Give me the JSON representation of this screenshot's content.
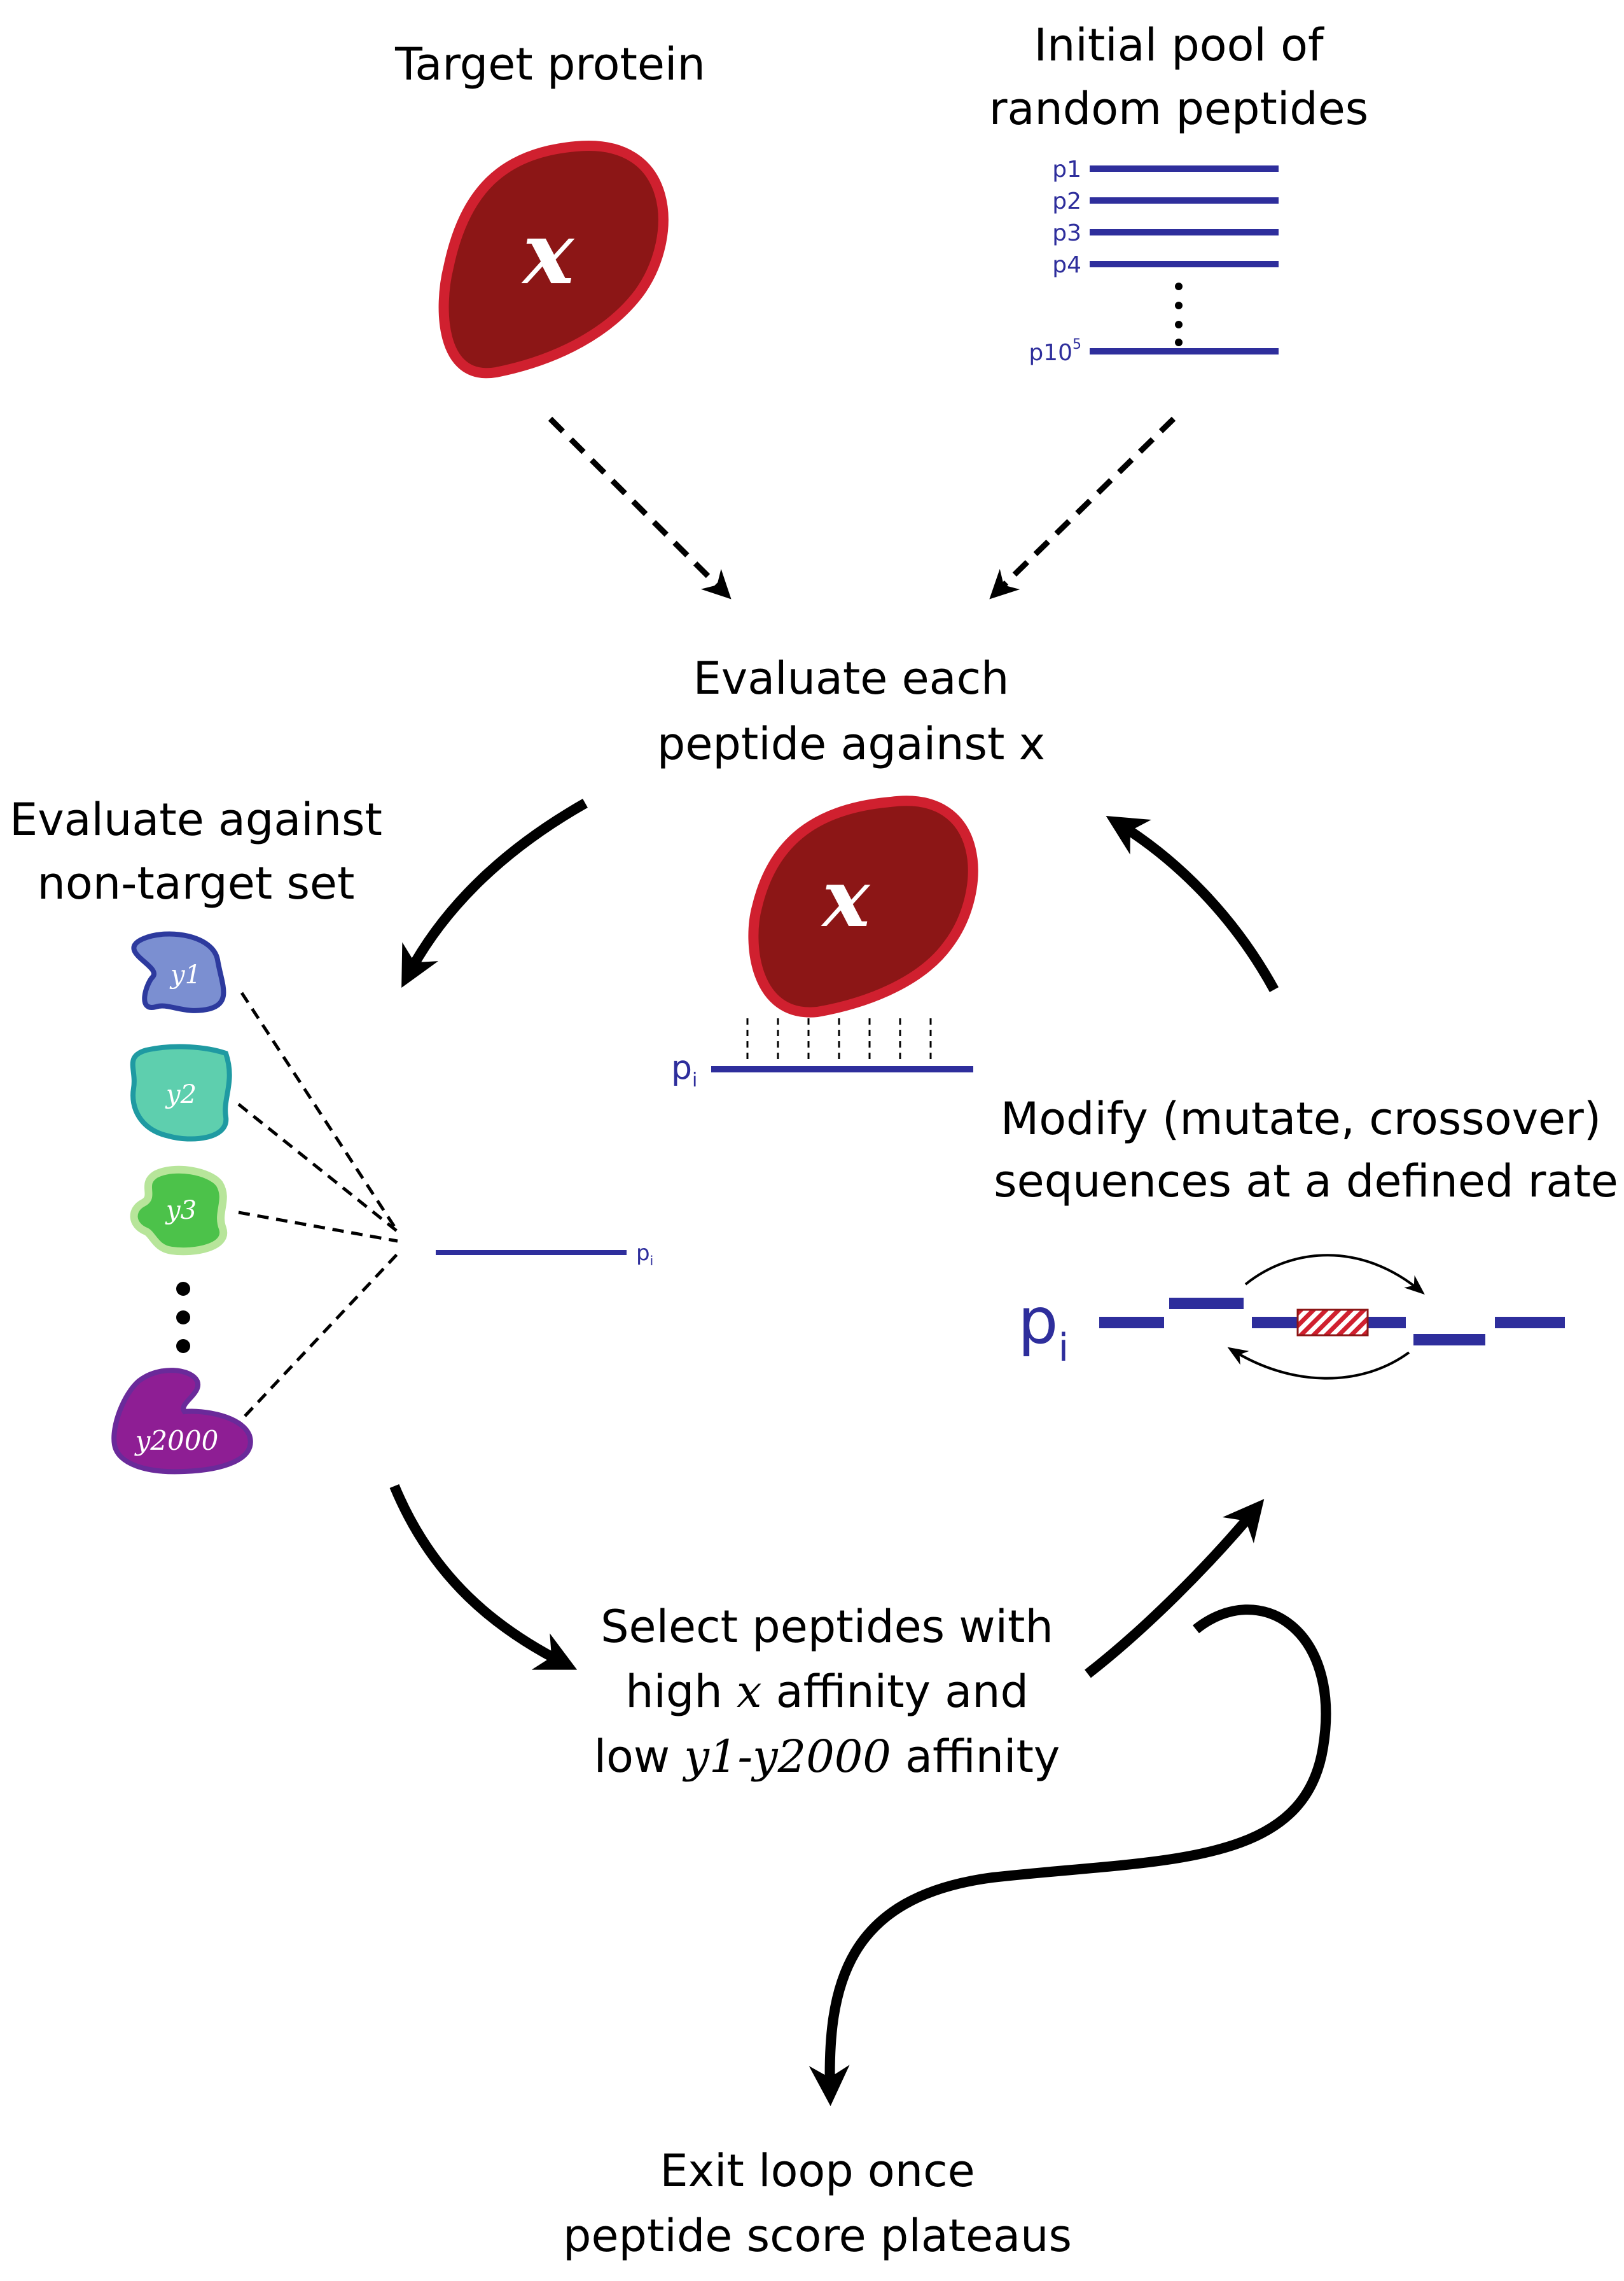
{
  "colors": {
    "protein_fill": "#8c1616",
    "protein_stroke": "#d0202f",
    "peptide": "#2e2e9c",
    "y1_fill": "#7b8fd1",
    "y1_stroke": "#2d3a9e",
    "y2_fill": "#5ecfae",
    "y2_stroke": "#1f9aa2",
    "y3_fill": "#4cc24a",
    "y3_stroke": "#b7e59a",
    "y2000_fill": "#8e1e94",
    "y2000_stroke": "#6a2a9a",
    "hatch": "#d0202f"
  },
  "labels": {
    "target_protein": "Target protein",
    "initial_pool_line1": "Initial pool of",
    "initial_pool_line2": "random peptides",
    "evaluate_line1": "Evaluate each",
    "evaluate_line2": "peptide against x",
    "nontarget_line1": "Evaluate against",
    "nontarget_line2": "non-target set",
    "modify_line1": "Modify (mutate, crossover)",
    "modify_line2": "sequences at a defined rate",
    "select_line1": "Select peptides with",
    "select_line2_pre": "high ",
    "select_line2_var": "x",
    "select_line2_post": " affinity and",
    "select_line3_pre": "low ",
    "select_line3_var": "y1-y2000",
    "select_line3_post": " affinity",
    "exit_line1": "Exit loop once",
    "exit_line2": "peptide score plateaus"
  },
  "target_symbol": "x",
  "peptides": {
    "pool": [
      {
        "base": "p1",
        "sup": ""
      },
      {
        "base": "p2",
        "sup": ""
      },
      {
        "base": "p3",
        "sup": ""
      },
      {
        "base": "p4",
        "sup": ""
      },
      {
        "base": "p10",
        "sup": "5"
      }
    ],
    "pi_base": "p",
    "pi_sub": "i"
  },
  "nontargets": [
    "y1",
    "y2",
    "y3",
    "y2000"
  ]
}
